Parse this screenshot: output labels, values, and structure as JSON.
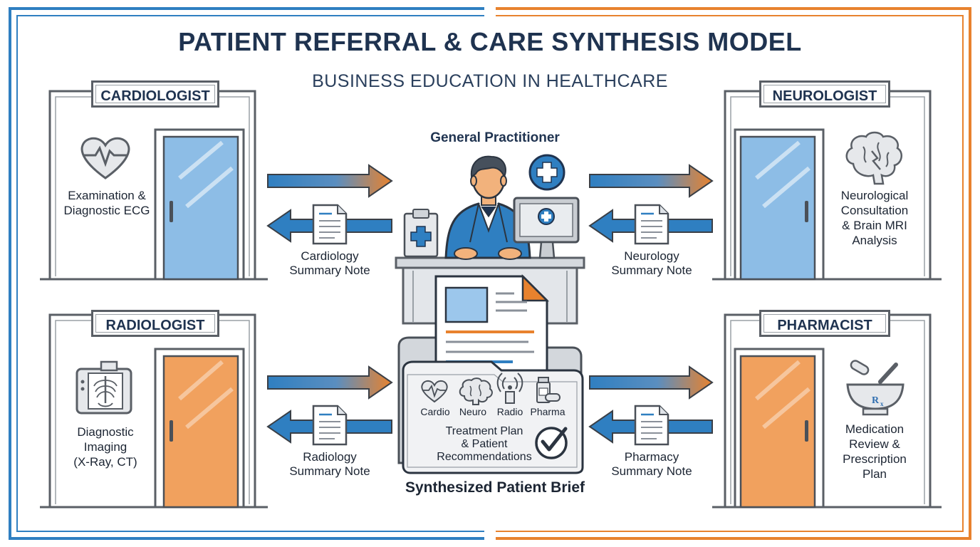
{
  "header": {
    "title": "PATIENT REFERRAL & CARE SYNTHESIS MODEL",
    "subtitle": "BUSINESS EDUCATION IN HEALTHCARE"
  },
  "center": {
    "gp_label": "General Practitioner",
    "brief_label": "Synthesized Patient Brief",
    "folder_categories": [
      "Cardio",
      "Neuro",
      "Radio",
      "Pharma"
    ],
    "folder_text": [
      "Treatment Plan",
      "& Patient",
      "Recommendations"
    ]
  },
  "rooms": {
    "cardiologist": {
      "label": "CARDIOLOGIST",
      "desc": [
        "Examination &",
        "Diagnostic ECG"
      ],
      "note": [
        "Cardiology",
        "Summary Note"
      ],
      "icon": "heart-ecg-icon",
      "door_color": "#8dbde6"
    },
    "neurologist": {
      "label": "NEUROLOGIST",
      "desc": [
        "Neurological",
        "Consultation",
        "& Brain MRI",
        "Analysis"
      ],
      "note": [
        "Neurology",
        "Summary Note"
      ],
      "icon": "brain-icon",
      "door_color": "#8dbde6"
    },
    "radiologist": {
      "label": "RADIOLOGIST",
      "desc": [
        "Diagnostic",
        "Imaging",
        "(X-Ray, CT)"
      ],
      "note": [
        "Radiology",
        "Summary Note"
      ],
      "icon": "xray-icon",
      "door_color": "#f1a15e"
    },
    "pharmacist": {
      "label": "PHARMACIST",
      "desc": [
        "Medication",
        "Review &",
        "Prescription",
        "Plan"
      ],
      "note": [
        "Pharmacy",
        "Summary Note"
      ],
      "icon": "mortar-pestle-icon",
      "door_color": "#f1a15e"
    }
  },
  "colors": {
    "blue": "#2f7fc1",
    "orange": "#e8822e",
    "navy": "#1f3350"
  }
}
